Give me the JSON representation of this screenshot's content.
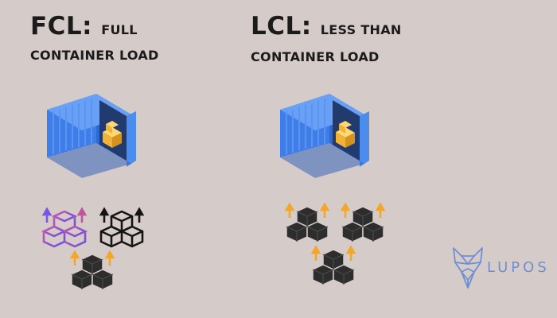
{
  "fcl": {
    "abbr": "FCL:",
    "desc": "FULL",
    "desc2": "CONTAINER LOAD"
  },
  "lcl": {
    "abbr": "LCL:",
    "desc": "LESS THAN",
    "desc2": "CONTAINER LOAD"
  },
  "logo": {
    "text": "LUPOS"
  },
  "colors": {
    "background": "#d5cbc9",
    "container_blue": "#3f7ee8",
    "cargo_yellow": "#f2b236",
    "arrow_orange": "#f2a62a",
    "box_dark": "#2d2d2d",
    "box_purple": "#7a56e0",
    "logo_blue": "#6f8fd2"
  },
  "icons": [
    "shipping-container-icon",
    "stacked-boxes-icon",
    "lupos-fox-logo-icon"
  ]
}
